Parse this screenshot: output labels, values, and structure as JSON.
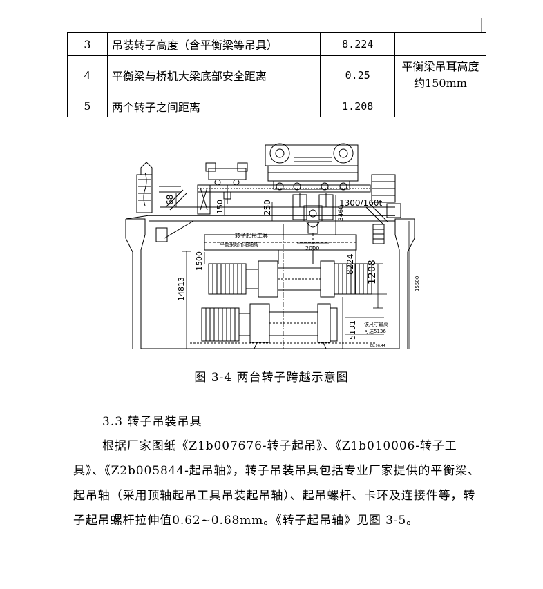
{
  "table": {
    "rows": [
      {
        "no": "3",
        "name": "吊装转子高度（含平衡梁等吊具）",
        "value": "8.224",
        "note": ""
      },
      {
        "no": "4",
        "name": "平衡梁与桥机大梁底部安全距离",
        "value": "0.25",
        "note": "平衡梁吊耳高度约150mm"
      },
      {
        "no": "5",
        "name": "两个转子之间距离",
        "value": "1.208",
        "note": ""
      }
    ]
  },
  "figure": {
    "dim_labels": {
      "d68": "68",
      "d150": "150",
      "d250": "250",
      "d3460": "3460",
      "crane": "1300/160t",
      "d2000": "2000",
      "d1500": "1500",
      "d8224": "8224",
      "d1208": "1208",
      "d14813": "14813",
      "d15500": "15500",
      "d5131": "5131",
      "tool_label": "转子起吊工具",
      "beam_label": "平衡梁起吊轴轴线",
      "floor_note_1": "该尺寸最高",
      "floor_note_2": "可达5136",
      "floor_elev": "EL.96.44"
    },
    "caption": "图 3-4   两台转子跨越示意图"
  },
  "section": {
    "title": "3.3 转子吊装吊具",
    "paragraph": "根据厂家图纸《Z1b007676-转子起吊》、《Z1b010006-转子工具》、《Z2b005844-起吊轴》，转子吊装吊具包括专业厂家提供的平衡梁、起吊轴（采用顶轴起吊工具吊装起吊轴）、起吊螺杆、卡环及连接件等，转子起吊螺杆拉伸值0.62~0.68mm。《转子起吊轴》见图 3-5。"
  }
}
